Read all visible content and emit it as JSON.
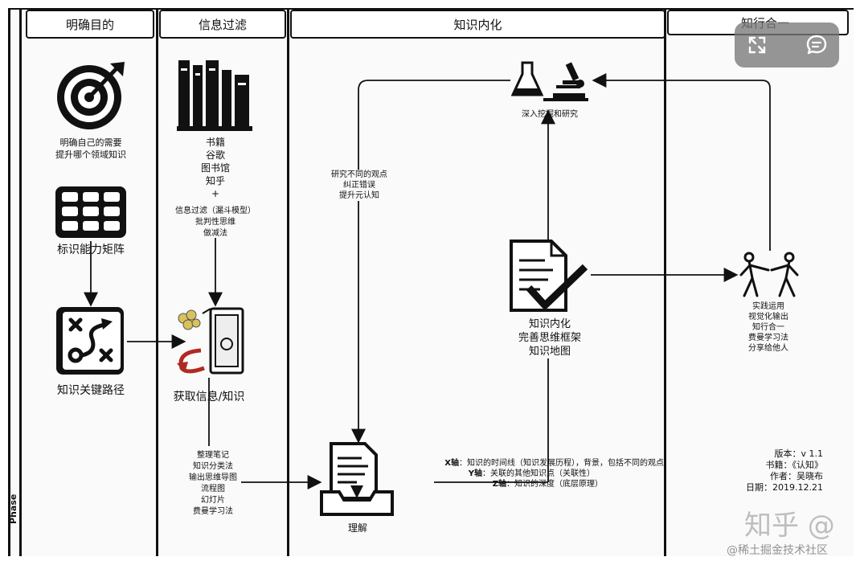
{
  "lanes": {
    "col1": "明确目的",
    "col2": "信息过滤",
    "col3": "知识内化",
    "col4": "知行合一"
  },
  "col1": {
    "target_caption": [
      "明确自己的需要",
      "提升哪个领域知识"
    ],
    "matrix_caption": "标识能力矩阵",
    "path_caption": "知识关键路径"
  },
  "col2": {
    "sources": [
      "书籍",
      "谷歌",
      "图书馆",
      "知乎"
    ],
    "plus": "+",
    "filter_notes": [
      "信息过滤（漏斗模型）",
      "批判性思维",
      "做减法"
    ],
    "get_caption": "获取信息/知识",
    "notes": [
      "整理笔记",
      "知识分类法",
      "输出思维导图",
      "流程图",
      "幻灯片",
      "费曼学习法"
    ]
  },
  "col3": {
    "research_caption": "深入挖掘和研究",
    "research_notes": [
      "研究不同的观点",
      "纠正错误",
      "提升元认知"
    ],
    "internal_caption": [
      "知识内化",
      "完善思维框架",
      "知识地图"
    ],
    "understand_caption": "理解",
    "axes": [
      {
        "key": "X轴",
        "text": "：知识的时间线（知识发展历程），背景，包括不同的观点"
      },
      {
        "key": "Y轴",
        "text": "：关联的其他知识点（关联性）"
      },
      {
        "key": "Z轴",
        "text": "：知识的深度（底层原理）"
      }
    ]
  },
  "col4": {
    "practice_caption": [
      "实践运用",
      "视觉化输出",
      "知行合一",
      "费曼学习法",
      "分享给他人"
    ],
    "version": [
      "版本：v 1.1",
      "书籍：《认知》",
      "作者：吴晓布",
      "日期：2019.12.21"
    ]
  },
  "phase_label": "Phase",
  "watermark": "知乎 @",
  "juejin": "@稀土掘金技术社区"
}
